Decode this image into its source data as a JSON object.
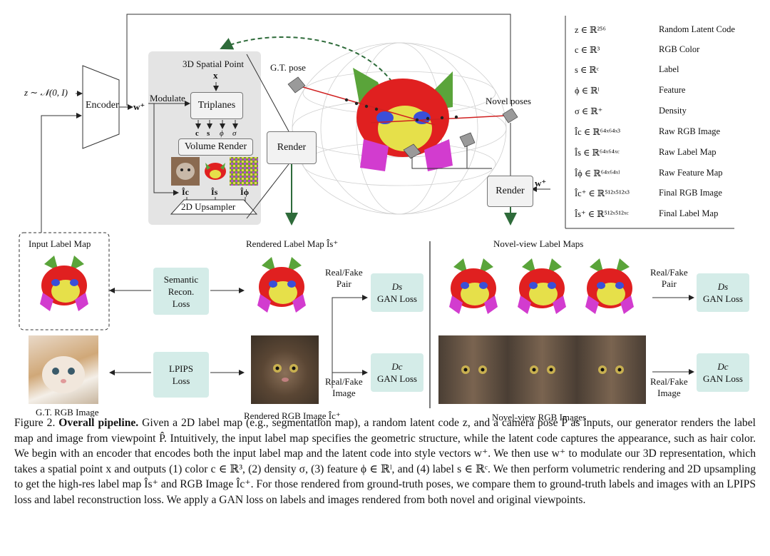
{
  "pipeline": {
    "latent_input": "z ∼ 𝒩(0, I)",
    "encoder_label": "Encoder",
    "w_plus": "w⁺",
    "modulate_label": "Modulate",
    "spatial_point_label": "3D Spatial Point",
    "spatial_point_var": "x",
    "triplanes_label": "Triplanes",
    "feature_symbols": [
      "c",
      "s",
      "ϕ",
      "σ"
    ],
    "volume_render_label": "Volume Render",
    "raw_outputs": [
      "Îc",
      "Îs",
      "Îϕ"
    ],
    "upsampler_label": "2D Upsampler",
    "render_label": "Render",
    "gt_pose_label": "G.T. pose",
    "novel_poses_label": "Novel poses"
  },
  "legend": [
    {
      "symbol": "z ∈ ℝ²⁵⁶",
      "desc": "Random Latent Code"
    },
    {
      "symbol": "c ∈ ℝ³",
      "desc": "RGB Color"
    },
    {
      "symbol": "s ∈ ℝᶜ",
      "desc": "Label"
    },
    {
      "symbol": "ϕ ∈ ℝˡ",
      "desc": "Feature"
    },
    {
      "symbol": "σ ∈ ℝ⁺",
      "desc": "Density"
    },
    {
      "symbol": "Îc ∈ ℝ⁶⁴ˣ⁶⁴ˣ³",
      "desc": "Raw RGB Image"
    },
    {
      "symbol": "Îs ∈ ℝ⁶⁴ˣ⁶⁴ˣᶜ",
      "desc": "Raw Label Map"
    },
    {
      "symbol": "Îϕ ∈ ℝ⁶⁴ˣ⁶⁴ˣˡ",
      "desc": "Raw Feature Map"
    },
    {
      "symbol": "Îc⁺ ∈ ℝ⁵¹²ˣ⁵¹²ˣ³",
      "desc": "Final RGB Image"
    },
    {
      "symbol": "Îs⁺ ∈ ℝ⁵¹²ˣ⁵¹²ˣᶜ",
      "desc": "Final Label Map"
    }
  ],
  "bottom": {
    "input_label_map": "Input Label Map",
    "gt_rgb_image": "G.T. RGB Image",
    "semantic_loss": [
      "Semantic",
      "Recon.",
      "Loss"
    ],
    "lpips_loss": [
      "LPIPS",
      "Loss"
    ],
    "rendered_label_map": "Rendered Label Map Îs⁺",
    "rendered_rgb_image": "Rendered RGB Image Îc⁺",
    "real_fake_pair": [
      "Real/Fake",
      "Pair"
    ],
    "real_fake_image": [
      "Real/Fake",
      "Image"
    ],
    "ds_name": "Ds",
    "dc_name": "Dc",
    "gan_loss": "GAN Loss",
    "novel_label_maps": "Novel-view Label Maps",
    "novel_rgb_images": "Novel-view RGB Images"
  },
  "caption": {
    "figure_number": "Figure 2.",
    "title": "Overall pipeline.",
    "body": "Given a 2D label map (e.g., segmentation map), a random latent code z, and a camera pose P̂ as inputs, our generator renders the label map and image from viewpoint P̂. Intuitively, the input label map specifies the geometric structure, while the latent code captures the appearance, such as hair color. We begin with an encoder that encodes both the input label map and the latent code into style vectors w⁺. We then use w⁺ to modulate our 3D representation, which takes a spatial point x and outputs (1) color c ∈ ℝ³, (2) density σ, (3) feature ϕ ∈ ℝˡ, and (4) label s ∈ ℝᶜ. We then perform volumetric rendering and 2D upsampling to get the high-res label map Îs⁺ and RGB Image Îc⁺. For those rendered from ground-truth poses, we compare them to ground-truth labels and images with an LPIPS loss and label reconstruction loss. We apply a GAN loss on labels and images rendered from both novel and original viewpoints."
  },
  "colors": {
    "label_red": "#e02020",
    "label_green": "#5aa43a",
    "label_yellow": "#e6e04a",
    "label_blue": "#3a4fd8",
    "label_magenta": "#d23ccf",
    "loss_fill": "#d4ece8",
    "panel_fill": "#e4e4e4",
    "arrow_green": "#2e6b3a"
  }
}
